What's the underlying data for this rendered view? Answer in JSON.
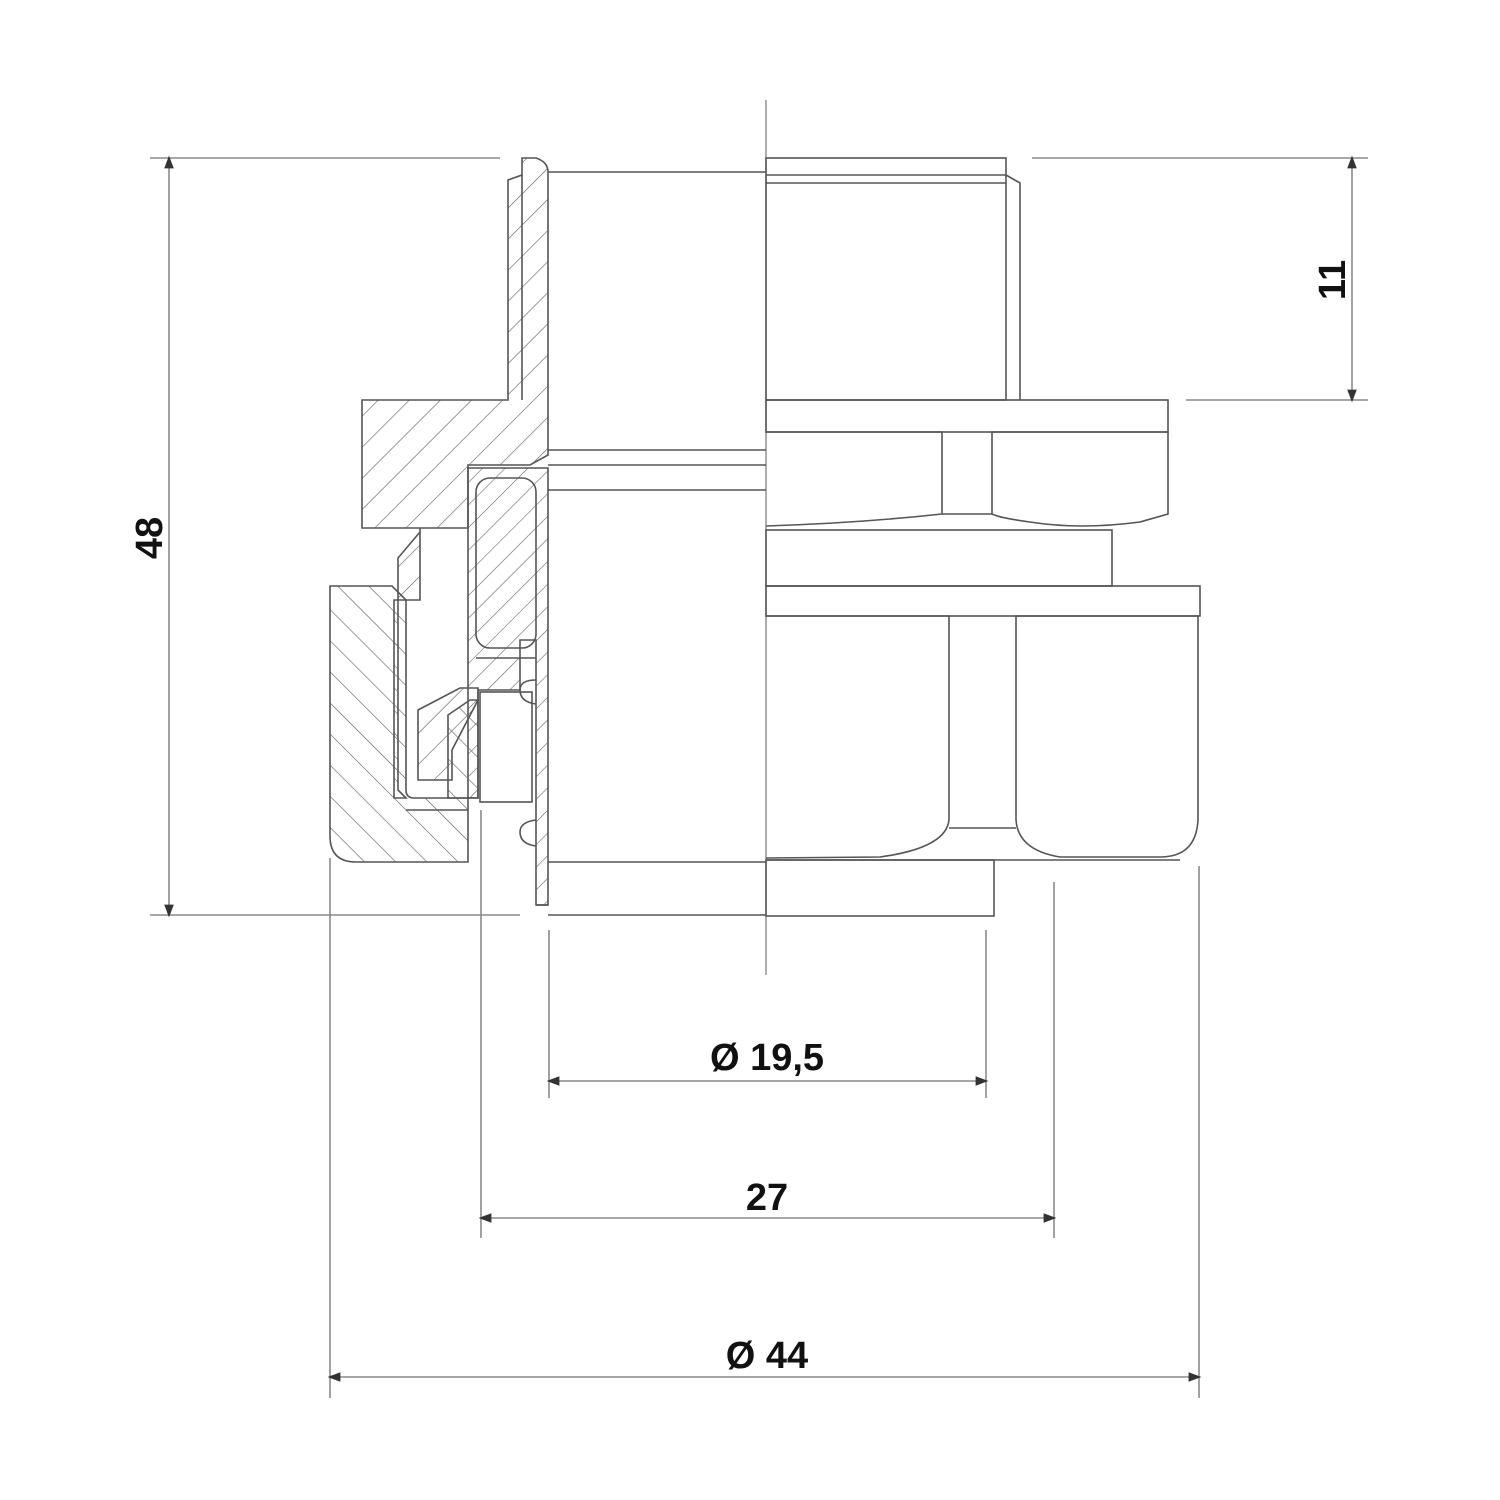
{
  "drawing": {
    "title": "Union fitting cross-section",
    "line_color": "#555555",
    "background": "#ffffff"
  },
  "dimensions": {
    "overall_height": "48",
    "thread_length": "11",
    "inner_diameter": "Ø 19,5",
    "pipe_width": "27",
    "outer_diameter": "Ø 44"
  }
}
